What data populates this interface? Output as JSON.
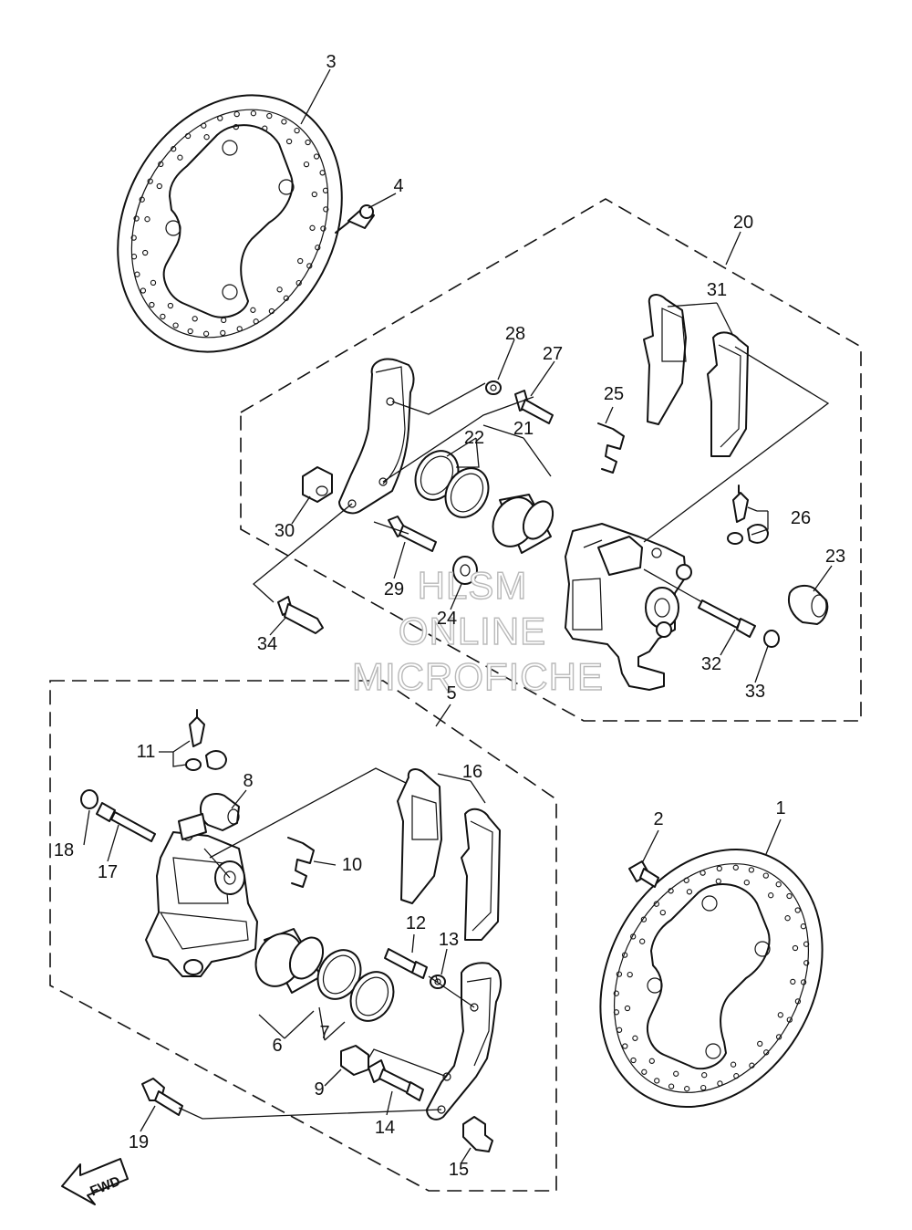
{
  "callouts": {
    "c1": "1",
    "c2": "2",
    "c3": "3",
    "c4": "4",
    "c5": "5",
    "c6": "6",
    "c7": "7",
    "c8": "8",
    "c9": "9",
    "c10": "10",
    "c11": "11",
    "c12": "12",
    "c13": "13",
    "c14": "14",
    "c15": "15",
    "c16": "16",
    "c17": "17",
    "c18": "18",
    "c19": "19",
    "c20": "20",
    "c21": "21",
    "c22": "22",
    "c23": "23",
    "c24": "24",
    "c25": "25",
    "c26": "26",
    "c27": "27",
    "c28": "28",
    "c29": "29",
    "c30": "30",
    "c31": "31",
    "c32": "32",
    "c33": "33",
    "c34": "34"
  },
  "watermark": {
    "line1": "HLSM",
    "line2": "ONLINE",
    "line3": "MICROFICHE"
  },
  "direction_arrow": {
    "label": "FWD"
  }
}
